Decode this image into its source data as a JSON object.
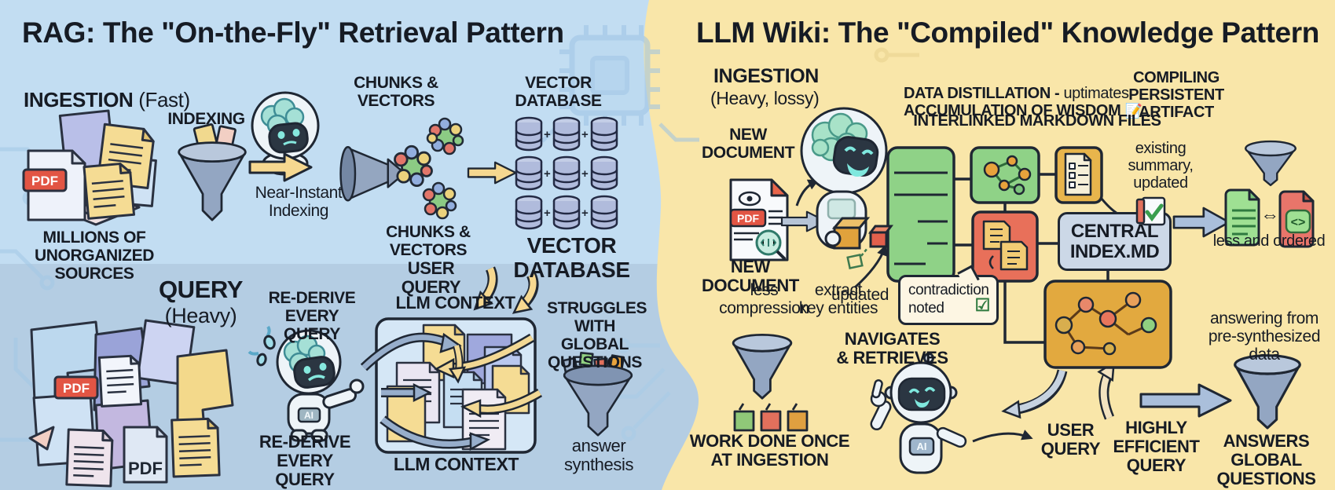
{
  "colors": {
    "left_bg_top": "#c2ddf2",
    "left_bg_bottom": "#b4cde3",
    "right_bg": "#f9e6a9",
    "accent_yellow": "#f6d890",
    "funnel_blue": "#93a6c2",
    "arrow_blue": "#aabfdb",
    "text": "#161b24",
    "pdf_red": "#e25544",
    "panel_green": "#8fd287",
    "box_orange": "#e2a93f",
    "box_red": "#e8705a"
  },
  "left": {
    "title": "RAG: The \"On-the-Fly\" Retrieval Pattern",
    "ingestion_label": "INGESTION",
    "ingestion_note": " (Fast)",
    "sources_caption": "MILLIONS OF\nUNORGANIZED\nSOURCES",
    "indexing_label": "INDEXING",
    "near_instant_label": "Near-Instant\nIndexing",
    "chunks_label_top": "CHUNKS &\nVECTORS",
    "chunks_label_bottom": "CHUNKS &\nVECTORS",
    "vector_db_label_top": "VECTOR\nDATABASE",
    "vector_db_label_big": "VECTOR\nDATABASE",
    "user_query_label": "USER QUERY",
    "query_label": "QUERY",
    "query_note": "(Heavy)",
    "rederive_label_top": "RE-DERIVE\nEVERY QUERY",
    "rederive_label_bottom": "RE-DERIVE\nEVERY QUERY",
    "llm_context_label_top": "LLM CONTEXT",
    "llm_context_label_bottom": "LLM CONTEXT",
    "struggles_label": "STRUGGLES\nWITH GLOBAL\nQUESTIONS",
    "answer_synthesis_label": "answer\nsynthesis",
    "pdf_badge": "PDF",
    "pdf_doc_label": "PDF",
    "ai_badge": "AI"
  },
  "right": {
    "title": "LLM Wiki: The \"Compiled\" Knowledge Pattern",
    "ingestion_label": "INGESTION",
    "ingestion_note": "(Heavy, lossy)",
    "distillation_bold": "DATA DISTILLATION - ",
    "distillation_regular": "uptimates",
    "accumulation_label": "ACCUMULATION OF WISDOM ",
    "memo_emoji": "📝",
    "compiling_label": "COMPILING\nPERSISTENT\nARTIFACT",
    "interlinked_label": "INTERLINKED MARKDOWN FILES",
    "new_document_label_top": "NEW\nDOCUMENT",
    "new_document_label_bottom": "NEW\nDOCUMENT",
    "extract_label": "extract\nkey entities",
    "existing_summary_label": "existing\nsummary,\nupdated",
    "central_index_label": "CENTRAL\nINDEX.MD",
    "less_ordered_label": "less and ordered",
    "contradiction_label": "contradiction\nnoted",
    "contradiction_check": "☑",
    "updated_label": "updated",
    "less_compression_label": "less\ncompression",
    "navigates_label": "NAVIGATES\n& RETRIEVES",
    "work_done_label": "WORK DONE ONCE\nAT INGESTION",
    "user_query_label": "USER\nQUERY",
    "highly_efficient_label": "HIGHLY\nEFFICIENT\nQUERY",
    "answers_global_label": "ANSWERS GLOBAL\nQUESTIONS",
    "answering_from_label": "answering from\npre-synthesized\ndata",
    "pdf_badge": "PDF",
    "ai_badge": "AI",
    "link_glyph": "⇔"
  }
}
